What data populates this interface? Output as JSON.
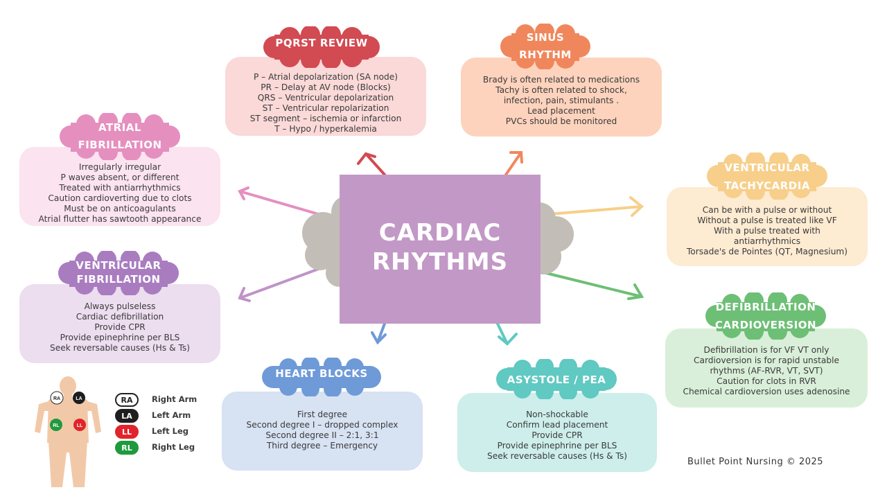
{
  "center": {
    "line1": "CARDIAC",
    "line2": "RHYTHMS"
  },
  "colors": {
    "pqrst": "#d24a52",
    "sinus": "#f0875c",
    "afib": "#e58fbf",
    "vfib": "#a97cc0",
    "vtach": "#f7cf8a",
    "defib": "#6dbf75",
    "blocks": "#6f9ad8",
    "asystole": "#5fc9c2",
    "center": "#c298c6"
  },
  "nodes": {
    "pqrst": {
      "title": [
        "PQRST REVIEW"
      ],
      "lines": [
        "P – Atrial depolarization (SA node)",
        "PR – Delay at AV node (Blocks)",
        "QRS – Ventricular depolarization",
        "ST – Ventricular repolarization",
        "ST segment – ischemia or infarction",
        "T – Hypo / hyperkalemia"
      ]
    },
    "sinus": {
      "title": [
        "SINUS",
        "RHYTHM"
      ],
      "lines": [
        "Brady is often related to medications",
        "Tachy is often related to shock,",
        "infection, pain, stimulants .",
        "Lead placement",
        "PVCs should be monitored"
      ]
    },
    "afib": {
      "title": [
        "ATRIAL",
        "FIBRILLATION"
      ],
      "lines": [
        "Irregularly irregular",
        "P waves absent, or different",
        "Treated with antiarrhythmics",
        "Caution cardioverting due to clots",
        "Must be on anticoagulants",
        "Atrial flutter has sawtooth appearance"
      ]
    },
    "vfib": {
      "title": [
        "VENTRICULAR",
        "FIBRILLATION"
      ],
      "lines": [
        "Always pulseless",
        "Cardiac defibrillation",
        "Provide CPR",
        "Provide epinephrine per BLS",
        "Seek reversable causes (Hs & Ts)"
      ]
    },
    "vtach": {
      "title": [
        "VENTRICULAR",
        "TACHYCARDIA"
      ],
      "lines": [
        "Can be with a pulse or without",
        "Without a pulse is treated like VF",
        "With a pulse treated with",
        "antiarrhythmics",
        "Torsade's de Pointes (QT, Magnesium)"
      ]
    },
    "defib": {
      "title": [
        "DEFIBRILLATION",
        "CARDIOVERSION"
      ],
      "lines": [
        "Defibrillation is for VF VT only",
        "Cardioversion is for rapid unstable",
        "rhythms (AF-RVR, VT, SVT)",
        "Caution for clots in RVR",
        "Chemical cardioversion uses adenosine"
      ]
    },
    "blocks": {
      "title": [
        "HEART BLOCKS"
      ],
      "lines": [
        "First degree",
        "Second degree I – dropped complex",
        "Second degree II – 2:1, 3:1",
        "Third degree – Emergency"
      ]
    },
    "asystole": {
      "title": [
        "ASYSTOLE / PEA"
      ],
      "lines": [
        "Non-shockable",
        "Confirm lead placement",
        "Provide CPR",
        "Provide epinephrine per BLS",
        "Seek reversable causes (Hs & Ts)"
      ]
    }
  },
  "body_labels": {
    "ra": "RA",
    "la": "LA",
    "rl": "RL",
    "ll": "LL"
  },
  "legend": [
    {
      "badge": "RA",
      "label": "Right Arm",
      "bg": "#ffffff",
      "fg": "#222222",
      "border": "#222222"
    },
    {
      "badge": "LA",
      "label": "Left Arm",
      "bg": "#1e1e1e",
      "fg": "#ffffff",
      "border": "#1e1e1e"
    },
    {
      "badge": "LL",
      "label": "Left Leg",
      "bg": "#e0242c",
      "fg": "#ffffff",
      "border": "#e0242c"
    },
    {
      "badge": "RL",
      "label": "Right Leg",
      "bg": "#1f9a3e",
      "fg": "#ffffff",
      "border": "#1f9a3e"
    }
  ],
  "footer": "Bullet Point Nursing © 2025"
}
